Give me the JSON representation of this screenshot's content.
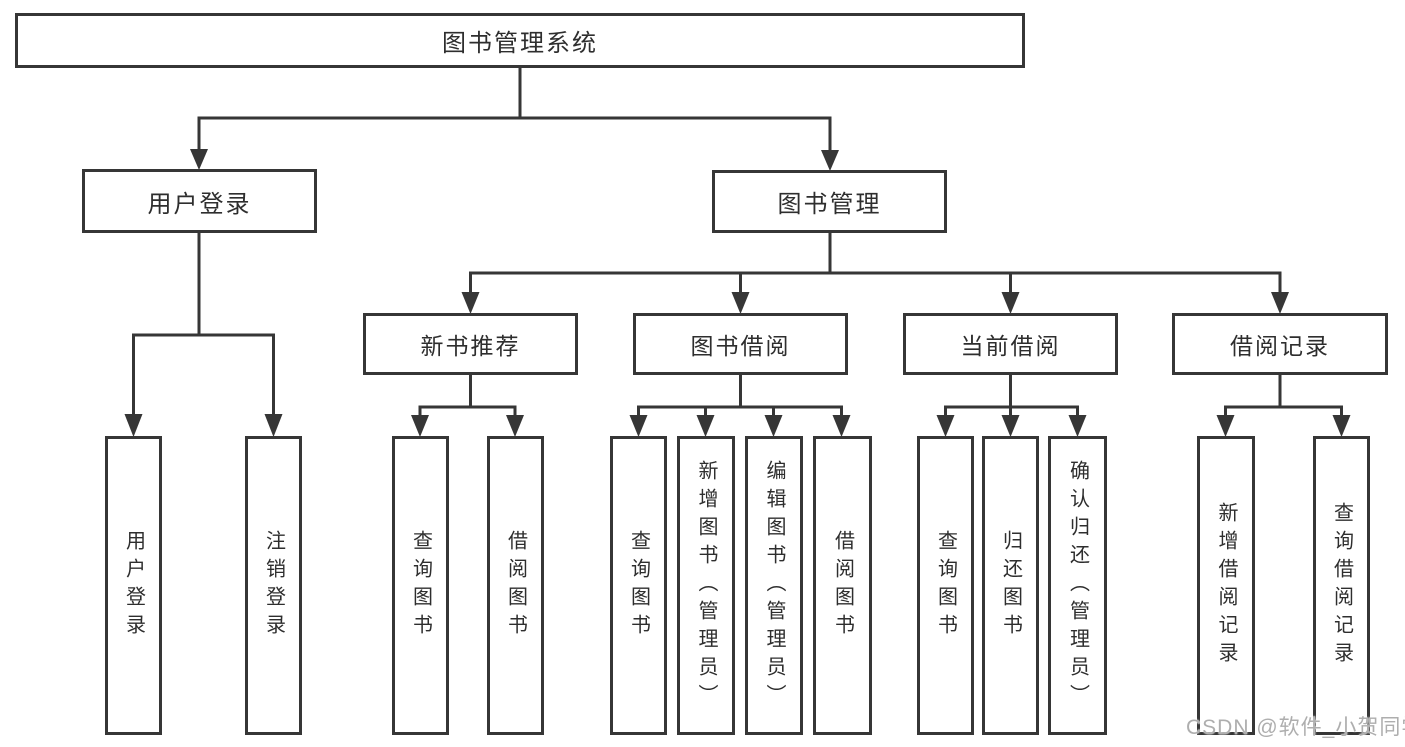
{
  "diagram": {
    "root": {
      "label": "图书管理系统"
    },
    "branches": [
      {
        "label": "用户登录",
        "children": [
          {
            "label": "用户登录"
          },
          {
            "label": "注销登录"
          }
        ]
      },
      {
        "label": "图书管理",
        "children": [
          {
            "label": "新书推荐",
            "children": [
              {
                "label": "查询图书"
              },
              {
                "label": "借阅图书"
              }
            ]
          },
          {
            "label": "图书借阅",
            "children": [
              {
                "label": "查询图书"
              },
              {
                "label": "新增图书（管理员）"
              },
              {
                "label": "编辑图书（管理员）"
              },
              {
                "label": "借阅图书"
              }
            ]
          },
          {
            "label": "当前借阅",
            "children": [
              {
                "label": "查询图书"
              },
              {
                "label": "归还图书"
              },
              {
                "label": "确认归还（管理员）"
              }
            ]
          },
          {
            "label": "借阅记录",
            "children": [
              {
                "label": "新增借阅记录"
              },
              {
                "label": "查询借阅记录"
              }
            ]
          }
        ]
      }
    ]
  },
  "watermark": {
    "text": "CSDN @软件_小贺同学"
  },
  "colors": {
    "line": "#363636",
    "box_border": "#363636",
    "text": "#2e2e2e",
    "watermark": "#aeaeae",
    "background": "#ffffff"
  }
}
